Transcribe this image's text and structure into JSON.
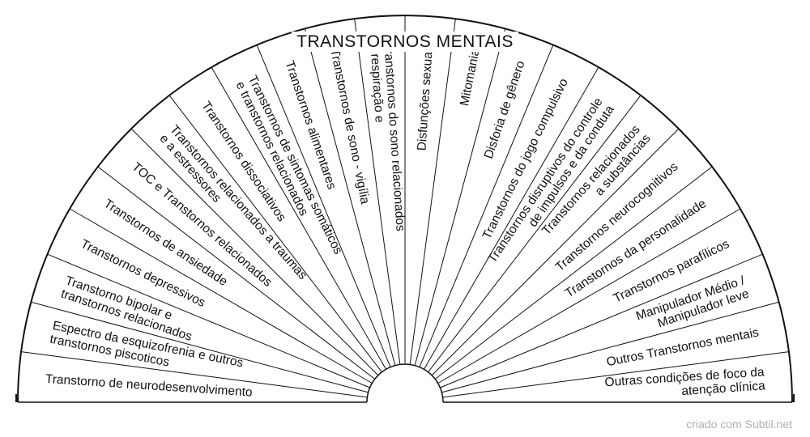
{
  "title": "TRANSTORNOS MENTAIS",
  "segments": [
    [
      "Transtorno de neurodesenvolvimento"
    ],
    [
      "Espectro da esquizofrenia e outros",
      "transtornos piscoticos"
    ],
    [
      "Transtorno bipolar e",
      "transtornos relacionados"
    ],
    [
      "Transtornos depressivos"
    ],
    [
      "Transtornos de ansiedade"
    ],
    [
      "TOC e Transtornos relacionados"
    ],
    [
      "Transtornos relacionados a traumas",
      "e a estressores"
    ],
    [
      "Transtornos dissociativos"
    ],
    [
      "Transtornos de sintomas somáticos",
      "e transtornos relacionados"
    ],
    [
      "Transtornos alimentares"
    ],
    [
      "Transtornos de sono - vigília"
    ],
    [
      "Transtornos do sono relacionados",
      "a respiração e"
    ],
    [
      "Disfunções sexuais"
    ],
    [
      "Mitomania"
    ],
    [
      "Disforia de gênero"
    ],
    [
      "Transtornos do jogo compulsivo"
    ],
    [
      "Transtornos disruptivos do controle",
      "de impulsos e da conduta"
    ],
    [
      "Transtornos relacionados",
      "a substâncias"
    ],
    [
      "Transtornos neurocognitivos"
    ],
    [
      "Transtornos da personalidade"
    ],
    [
      "Transtornos parafílicos"
    ],
    [
      "Manipulador Médio /",
      "Manipulador leve"
    ],
    [
      "Outros Transtornos mentais"
    ],
    [
      "Outras condições de foco da",
      "atenção  clínica"
    ]
  ],
  "footer": "criado com Subtil.net"
}
